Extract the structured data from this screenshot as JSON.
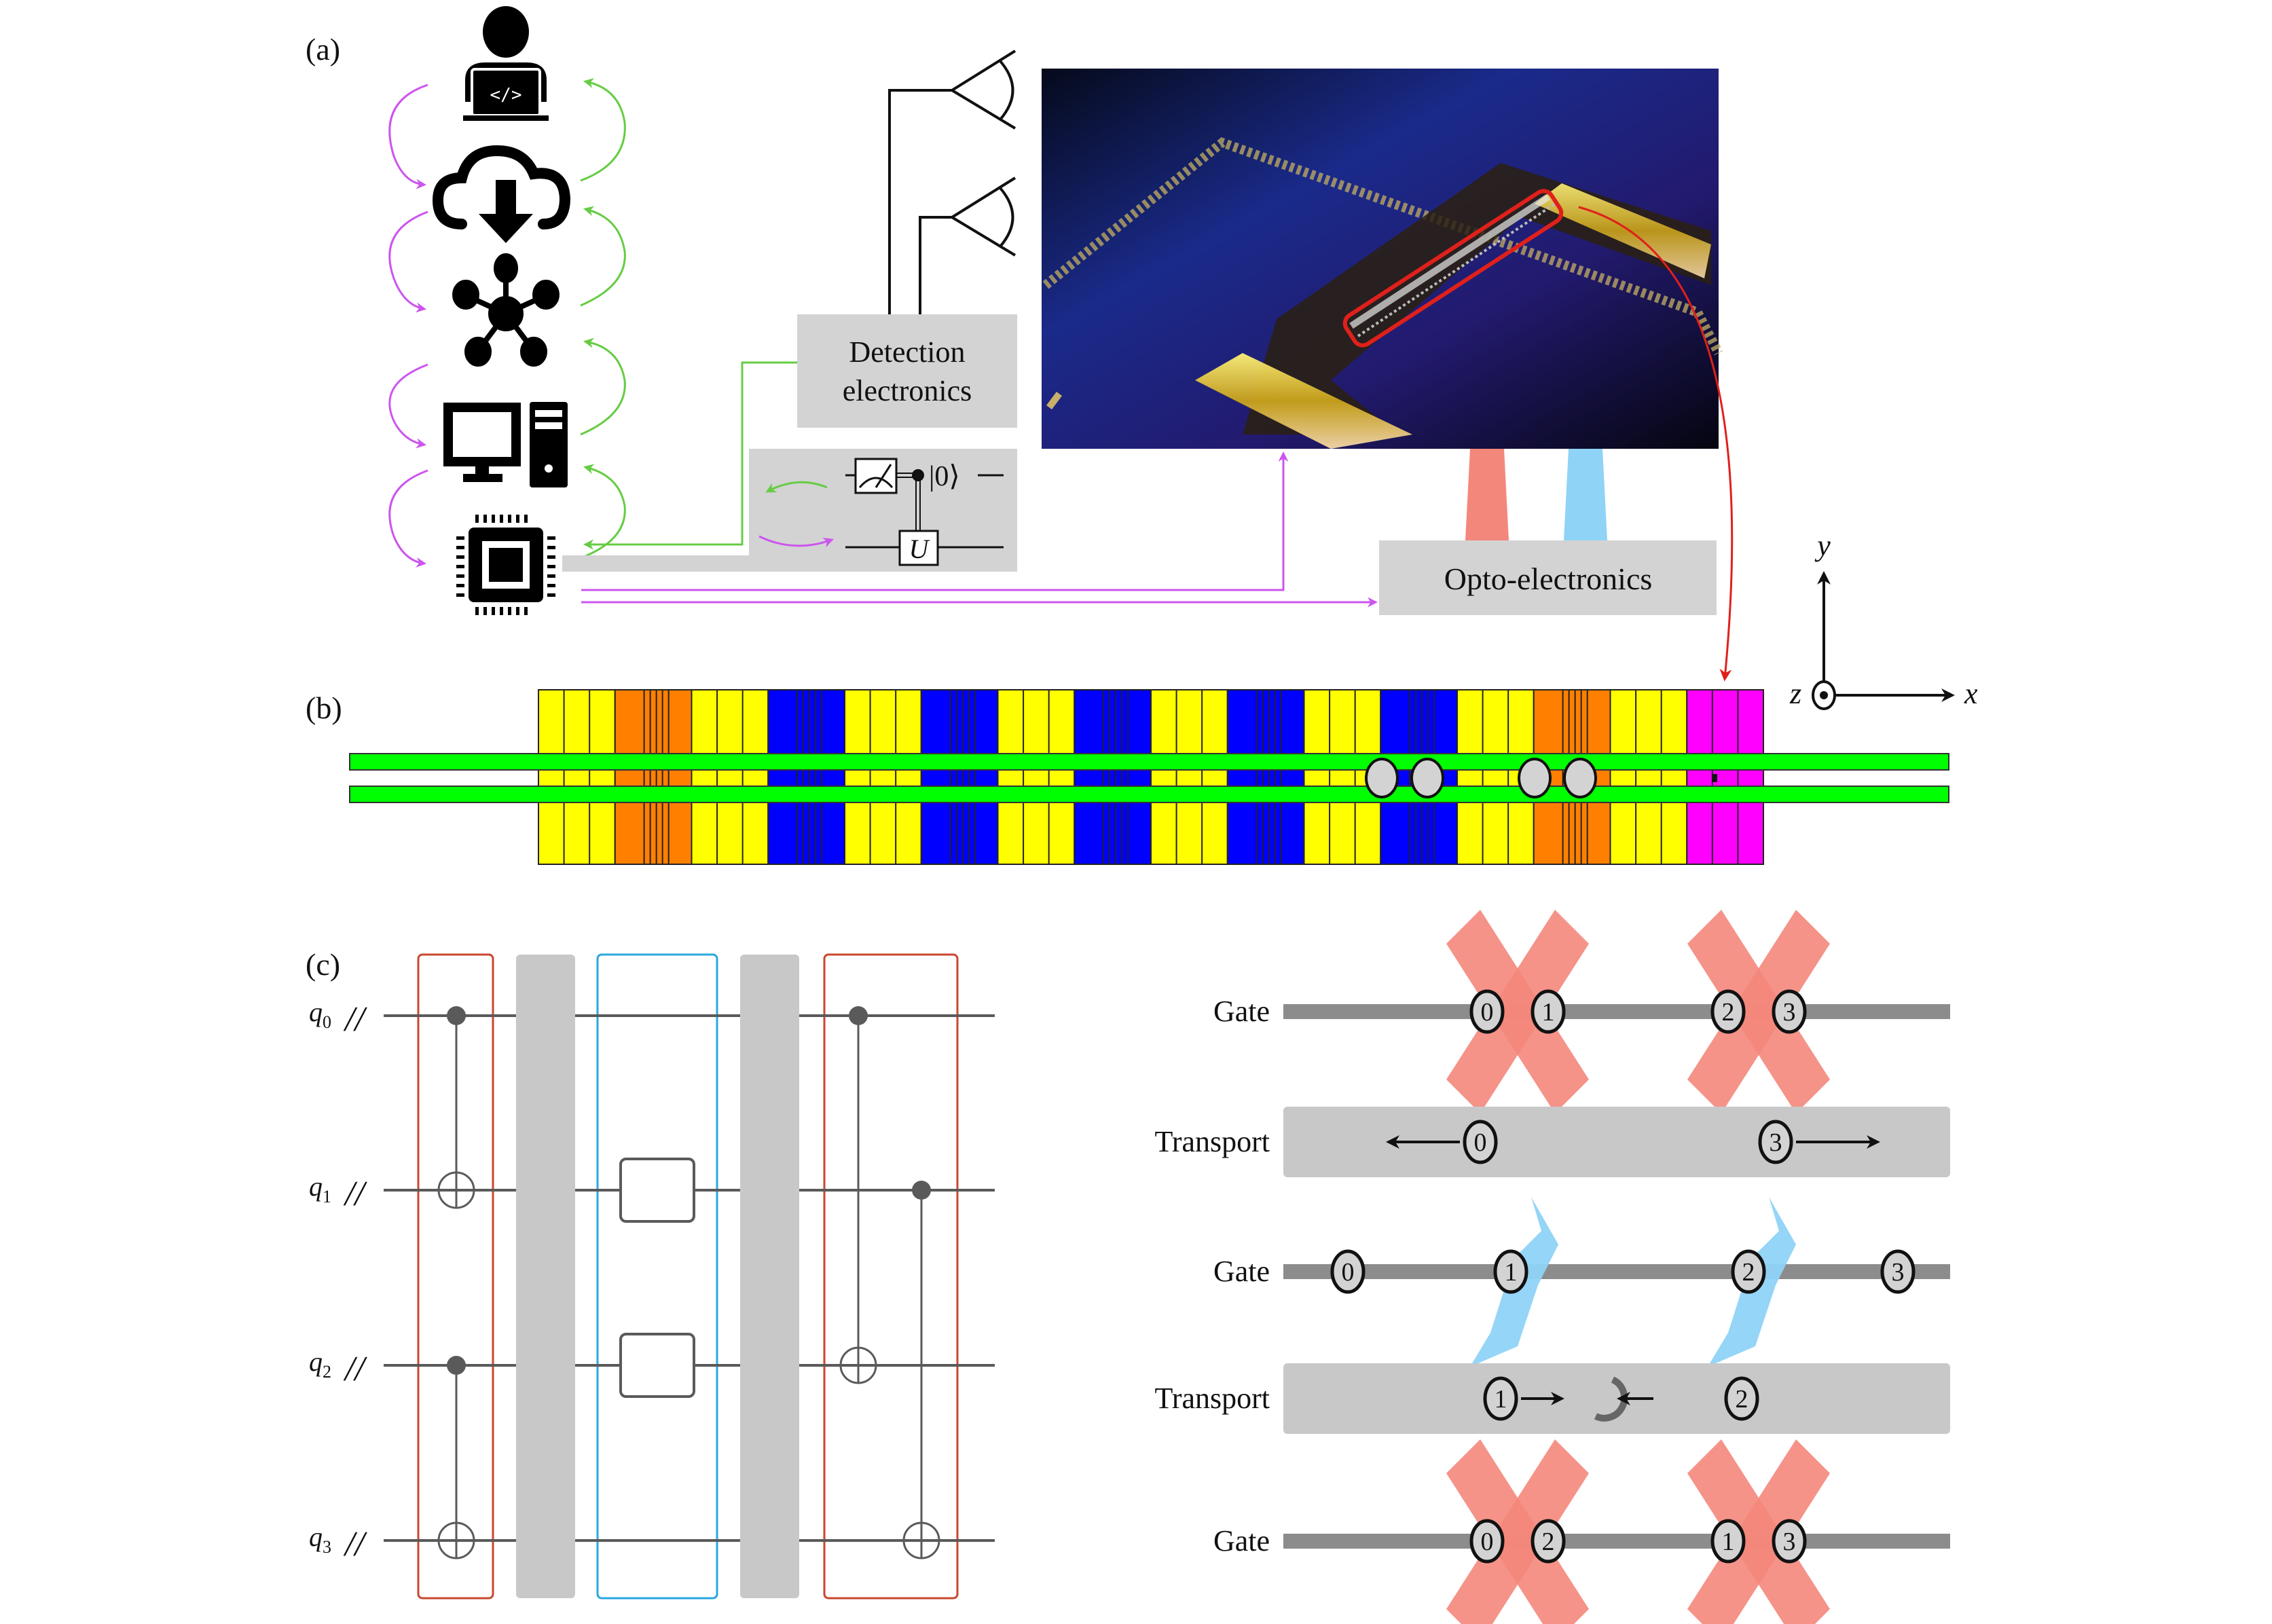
{
  "panels": {
    "a": {
      "label": "(a)",
      "stack_icons": [
        "user-laptop-code-icon",
        "cloud-download-icon",
        "network-hub-icon",
        "desktop-computer-icon",
        "processor-chip-icon"
      ],
      "detection_box": {
        "line1": "Detection",
        "line2": "electronics"
      },
      "opto_box": {
        "label": "Opto-electronics"
      },
      "circuit": {
        "ket": "|0⟩",
        "gate": "U"
      },
      "axes": {
        "x": "x",
        "y": "y",
        "z": "z"
      },
      "colors": {
        "down_arrows": "#cc55ee",
        "up_arrows": "#66cc44",
        "red_laser": "#f4877c",
        "blue_laser": "#8fd3f7",
        "highlight": "#e0201b",
        "box": "#d3d3d3"
      }
    },
    "b": {
      "label": "(b)",
      "segments": [
        "yellow",
        "orange",
        "yellow",
        "blue",
        "yellow",
        "blue",
        "yellow",
        "blue",
        "yellow",
        "blue",
        "yellow",
        "blue",
        "yellow",
        "orange",
        "yellow",
        "magenta"
      ],
      "ion_pairs": 2,
      "colors": {
        "yellow": "#ffff00",
        "orange": "#ff8000",
        "blue": "#0000ff",
        "magenta": "#ff00ff",
        "rail": "#00ff00",
        "ion": "#d3d3d3"
      }
    },
    "c": {
      "label": "(c)",
      "qubits": [
        {
          "name": "q",
          "sub": "0"
        },
        {
          "name": "q",
          "sub": "1"
        },
        {
          "name": "q",
          "sub": "2"
        },
        {
          "name": "q",
          "sub": "3"
        }
      ],
      "register_marker": "//",
      "colors": {
        "red_block": "#c9472f",
        "blue_block": "#2aa7e0",
        "transport_bar": "#c8c8c8",
        "wire": "#5a5a5a"
      },
      "schedule": [
        {
          "type": "Gate",
          "ions": [
            "0",
            "1",
            "2",
            "3"
          ],
          "beam": "red-x"
        },
        {
          "type": "Transport",
          "ions": [
            "0",
            "3"
          ],
          "motion": "split-outward"
        },
        {
          "type": "Gate",
          "ions": [
            "0",
            "1",
            "2",
            "3"
          ],
          "beam": "blue-diagonal"
        },
        {
          "type": "Transport",
          "ions": [
            "1",
            "2"
          ],
          "motion": "swap-inward"
        },
        {
          "type": "Gate",
          "ions": [
            "0",
            "2",
            "1",
            "3"
          ],
          "beam": "red-x"
        }
      ]
    }
  }
}
